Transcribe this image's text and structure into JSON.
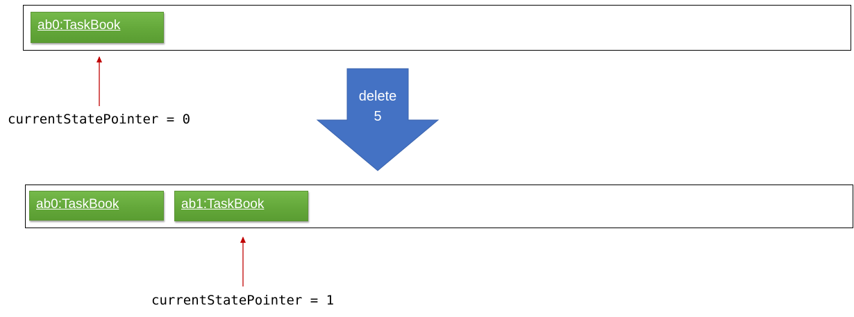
{
  "before": {
    "states": [
      {
        "label": "ab0:TaskBook"
      }
    ],
    "pointer_label": "currentStatePointer = 0"
  },
  "operation": {
    "name": "delete",
    "argument": "5"
  },
  "after": {
    "states": [
      {
        "label": "ab0:TaskBook"
      },
      {
        "label": "ab1:TaskBook"
      }
    ],
    "pointer_label": "currentStatePointer = 1"
  },
  "colors": {
    "taskbook_fill": "#6aae3f",
    "pointer_arrow": "#c00000",
    "transition_arrow": "#4472c4",
    "list_border": "#000000"
  }
}
